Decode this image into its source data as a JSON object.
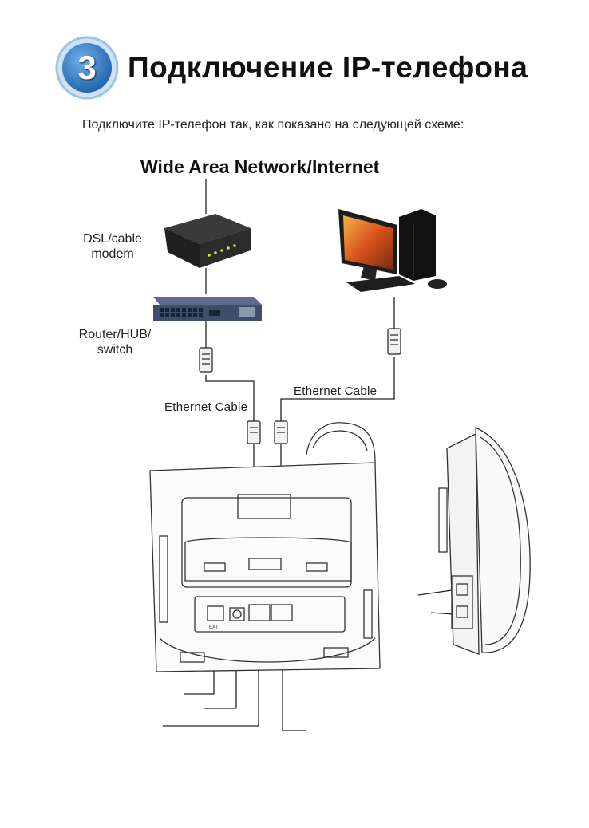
{
  "header": {
    "step_number": "3",
    "title": "Подключение IP-телефона",
    "subtitle": "Подключите IP-телефон так, как показано на следующей схеме:"
  },
  "diagram": {
    "wan_label": "Wide Area Network/Internet",
    "modem_label": "DSL/cable\nmodem",
    "router_label": "Router/HUB/\nswitch",
    "ethernet_cable_left": "Ethernet Cable",
    "ethernet_cable_right": "Ethernet Cable",
    "port_ext_label": "EXT"
  },
  "colors": {
    "badge_blue": "#2f7fc9",
    "badge_ring": "#9cc3e8",
    "line": "#222222"
  },
  "icons": [
    "dsl-modem-icon",
    "network-switch-icon",
    "desktop-computer-icon",
    "rj45-plug-icon",
    "ip-phone-back-icon",
    "ip-phone-side-icon"
  ]
}
